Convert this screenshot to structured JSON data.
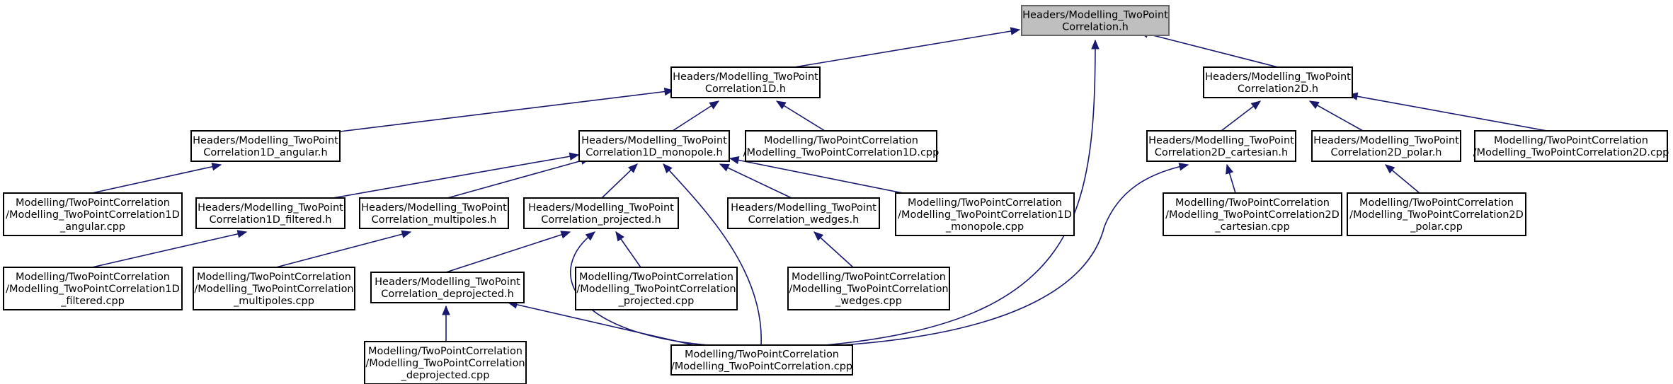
{
  "nodes": {
    "root": {
      "lines": [
        "Headers/Modelling_TwoPoint",
        "Correlation.h"
      ]
    },
    "corr1d": {
      "lines": [
        "Headers/Modelling_TwoPoint",
        "Correlation1D.h"
      ]
    },
    "corr2d": {
      "lines": [
        "Headers/Modelling_TwoPoint",
        "Correlation2D.h"
      ]
    },
    "angular_h": {
      "lines": [
        "Headers/Modelling_TwoPoint",
        "Correlation1D_angular.h"
      ]
    },
    "monopole_h": {
      "lines": [
        "Headers/Modelling_TwoPoint",
        "Correlation1D_monopole.h"
      ]
    },
    "corr1d_cpp": {
      "lines": [
        "Modelling/TwoPointCorrelation",
        "/Modelling_TwoPointCorrelation1D.cpp"
      ]
    },
    "cartesian_h": {
      "lines": [
        "Headers/Modelling_TwoPoint",
        "Correlation2D_cartesian.h"
      ]
    },
    "polar_h": {
      "lines": [
        "Headers/Modelling_TwoPoint",
        "Correlation2D_polar.h"
      ]
    },
    "corr2d_cpp": {
      "lines": [
        "Modelling/TwoPointCorrelation",
        "/Modelling_TwoPointCorrelation2D.cpp"
      ]
    },
    "angular_cpp": {
      "lines": [
        "Modelling/TwoPointCorrelation",
        "/Modelling_TwoPointCorrelation1D",
        "_angular.cpp"
      ]
    },
    "filtered_h": {
      "lines": [
        "Headers/Modelling_TwoPoint",
        "Correlation1D_filtered.h"
      ]
    },
    "multipoles_h": {
      "lines": [
        "Headers/Modelling_TwoPoint",
        "Correlation_multipoles.h"
      ]
    },
    "projected_h": {
      "lines": [
        "Headers/Modelling_TwoPoint",
        "Correlation_projected.h"
      ]
    },
    "wedges_h": {
      "lines": [
        "Headers/Modelling_TwoPoint",
        "Correlation_wedges.h"
      ]
    },
    "monopole_cpp": {
      "lines": [
        "Modelling/TwoPointCorrelation",
        "/Modelling_TwoPointCorrelation1D",
        "_monopole.cpp"
      ]
    },
    "cartesian_cpp": {
      "lines": [
        "Modelling/TwoPointCorrelation",
        "/Modelling_TwoPointCorrelation2D",
        "_cartesian.cpp"
      ]
    },
    "polar_cpp": {
      "lines": [
        "Modelling/TwoPointCorrelation",
        "/Modelling_TwoPointCorrelation2D",
        "_polar.cpp"
      ]
    },
    "filtered_cpp": {
      "lines": [
        "Modelling/TwoPointCorrelation",
        "/Modelling_TwoPointCorrelation1D",
        "_filtered.cpp"
      ]
    },
    "multipoles_cpp": {
      "lines": [
        "Modelling/TwoPointCorrelation",
        "/Modelling_TwoPointCorrelation",
        "_multipoles.cpp"
      ]
    },
    "deprojected_h": {
      "lines": [
        "Headers/Modelling_TwoPoint",
        "Correlation_deprojected.h"
      ]
    },
    "projected_cpp": {
      "lines": [
        "Modelling/TwoPointCorrelation",
        "/Modelling_TwoPointCorrelation",
        "_projected.cpp"
      ]
    },
    "wedges_cpp": {
      "lines": [
        "Modelling/TwoPointCorrelation",
        "/Modelling_TwoPointCorrelation",
        "_wedges.cpp"
      ]
    },
    "deprojected_cpp": {
      "lines": [
        "Modelling/TwoPointCorrelation",
        "/Modelling_TwoPointCorrelation",
        "_deprojected.cpp"
      ]
    },
    "corr_cpp": {
      "lines": [
        "Modelling/TwoPointCorrelation",
        "/Modelling_TwoPointCorrelation.cpp"
      ]
    }
  },
  "edges": [
    {
      "from": "corr1d",
      "to": "root"
    },
    {
      "from": "corr2d",
      "to": "root"
    },
    {
      "from": "corr_cpp",
      "to": "root"
    },
    {
      "from": "angular_h",
      "to": "corr1d"
    },
    {
      "from": "monopole_h",
      "to": "corr1d"
    },
    {
      "from": "corr1d_cpp",
      "to": "corr1d"
    },
    {
      "from": "cartesian_h",
      "to": "corr2d"
    },
    {
      "from": "polar_h",
      "to": "corr2d"
    },
    {
      "from": "corr2d_cpp",
      "to": "corr2d"
    },
    {
      "from": "angular_cpp",
      "to": "angular_h"
    },
    {
      "from": "filtered_h",
      "to": "monopole_h"
    },
    {
      "from": "multipoles_h",
      "to": "monopole_h"
    },
    {
      "from": "projected_h",
      "to": "monopole_h"
    },
    {
      "from": "wedges_h",
      "to": "monopole_h"
    },
    {
      "from": "monopole_cpp",
      "to": "monopole_h"
    },
    {
      "from": "corr_cpp",
      "to": "monopole_h"
    },
    {
      "from": "cartesian_cpp",
      "to": "cartesian_h"
    },
    {
      "from": "corr_cpp",
      "to": "cartesian_h"
    },
    {
      "from": "polar_cpp",
      "to": "polar_h"
    },
    {
      "from": "filtered_cpp",
      "to": "filtered_h"
    },
    {
      "from": "multipoles_cpp",
      "to": "multipoles_h"
    },
    {
      "from": "deprojected_h",
      "to": "projected_h"
    },
    {
      "from": "projected_cpp",
      "to": "projected_h"
    },
    {
      "from": "corr_cpp",
      "to": "projected_h"
    },
    {
      "from": "wedges_cpp",
      "to": "wedges_h"
    },
    {
      "from": "deprojected_cpp",
      "to": "deprojected_h"
    },
    {
      "from": "corr_cpp",
      "to": "deprojected_h"
    }
  ]
}
